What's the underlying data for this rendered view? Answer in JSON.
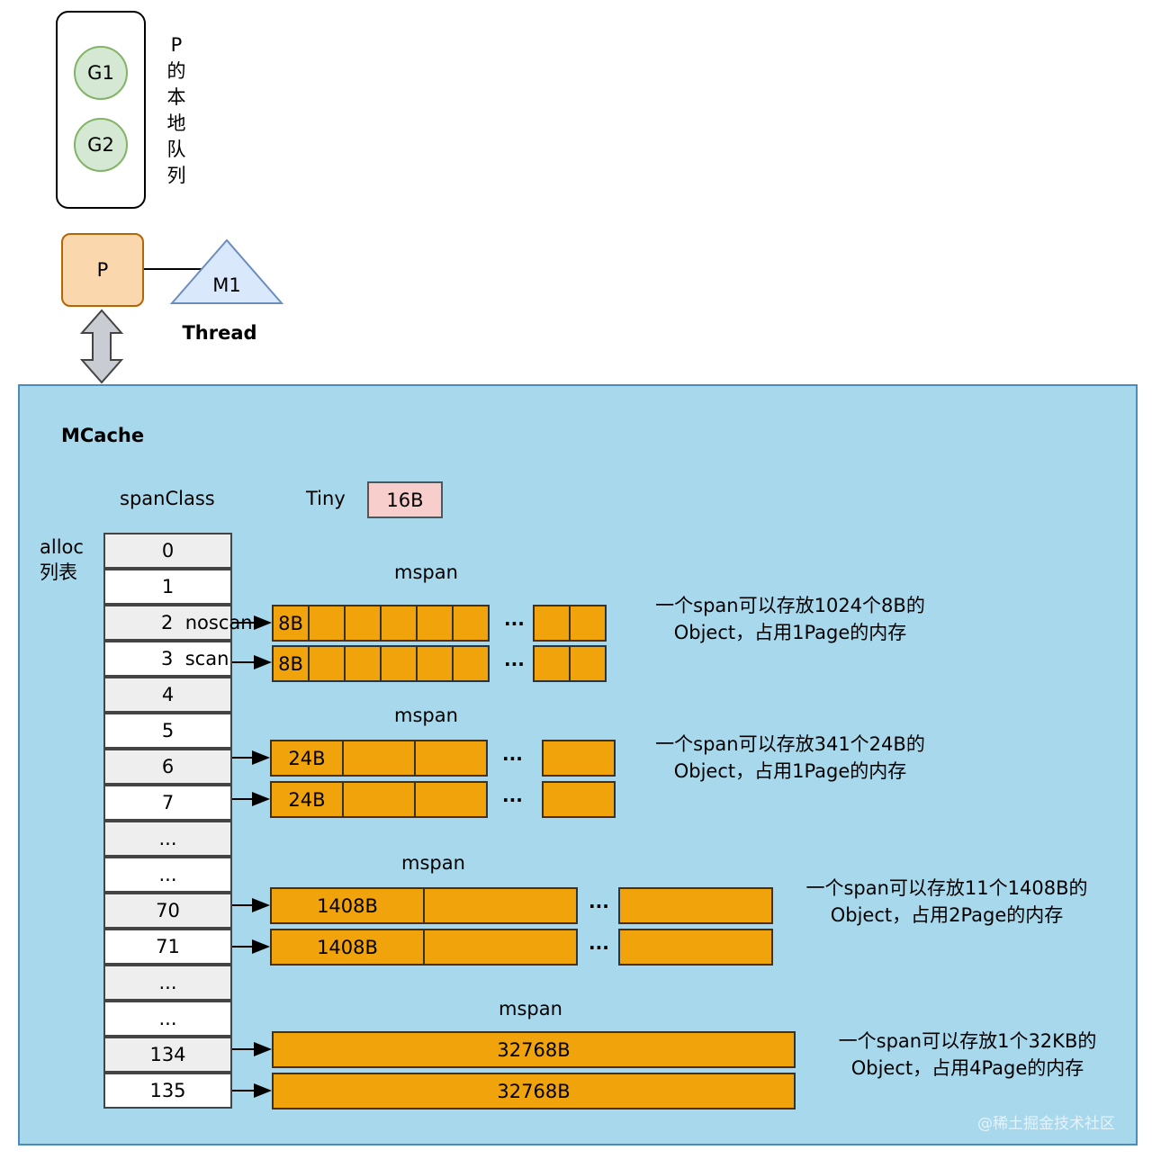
{
  "queue": {
    "goroutines": [
      "G1",
      "G2"
    ],
    "label_chars": [
      "P",
      "的",
      "本",
      "地",
      "队",
      "列"
    ]
  },
  "processor": {
    "label": "P"
  },
  "thread": {
    "machine": "M1",
    "label": "Thread"
  },
  "mcache": {
    "title": "MCache",
    "span_class_header": "spanClass",
    "tiny_label": "Tiny",
    "tiny_size": "16B",
    "alloc_label_line1": "alloc",
    "alloc_label_line2": "列表",
    "rows": [
      {
        "index": "0",
        "tag": ""
      },
      {
        "index": "1",
        "tag": ""
      },
      {
        "index": "2",
        "tag": "noscan"
      },
      {
        "index": "3",
        "tag": "scan"
      },
      {
        "index": "4",
        "tag": ""
      },
      {
        "index": "5",
        "tag": ""
      },
      {
        "index": "6",
        "tag": ""
      },
      {
        "index": "7",
        "tag": ""
      },
      {
        "index": "...",
        "tag": ""
      },
      {
        "index": "...",
        "tag": ""
      },
      {
        "index": "70",
        "tag": ""
      },
      {
        "index": "71",
        "tag": ""
      },
      {
        "index": "...",
        "tag": ""
      },
      {
        "index": "...",
        "tag": ""
      },
      {
        "index": "134",
        "tag": ""
      },
      {
        "index": "135",
        "tag": ""
      }
    ],
    "groups": [
      {
        "mspan_label": "mspan",
        "object_size": "8B",
        "ellipsis": "...",
        "desc_line1": "一个span可以存放1024个8B的",
        "desc_line2": "Object，占用1Page的内存"
      },
      {
        "mspan_label": "mspan",
        "object_size": "24B",
        "ellipsis": "...",
        "desc_line1": "一个span可以存放341个24B的",
        "desc_line2": "Object，占用1Page的内存"
      },
      {
        "mspan_label": "mspan",
        "object_size": "1408B",
        "ellipsis": "...",
        "desc_line1": "一个span可以存放11个1408B的",
        "desc_line2": "Object，占用2Page的内存"
      },
      {
        "mspan_label": "mspan",
        "object_size": "32768B",
        "ellipsis": "",
        "desc_line1": "一个span可以存放1个32KB的",
        "desc_line2": "Object，占用4Page的内存"
      }
    ]
  },
  "watermark": "@稀土掘金技术社区",
  "colors": {
    "goroutine_fill": "#d5e8d4",
    "processor_fill": "#fad7ac",
    "thread_fill": "#dae8fc",
    "mcache_fill": "#a8d8ec",
    "tiny_fill": "#f8cecc",
    "span_fill": "#f0a30a"
  }
}
